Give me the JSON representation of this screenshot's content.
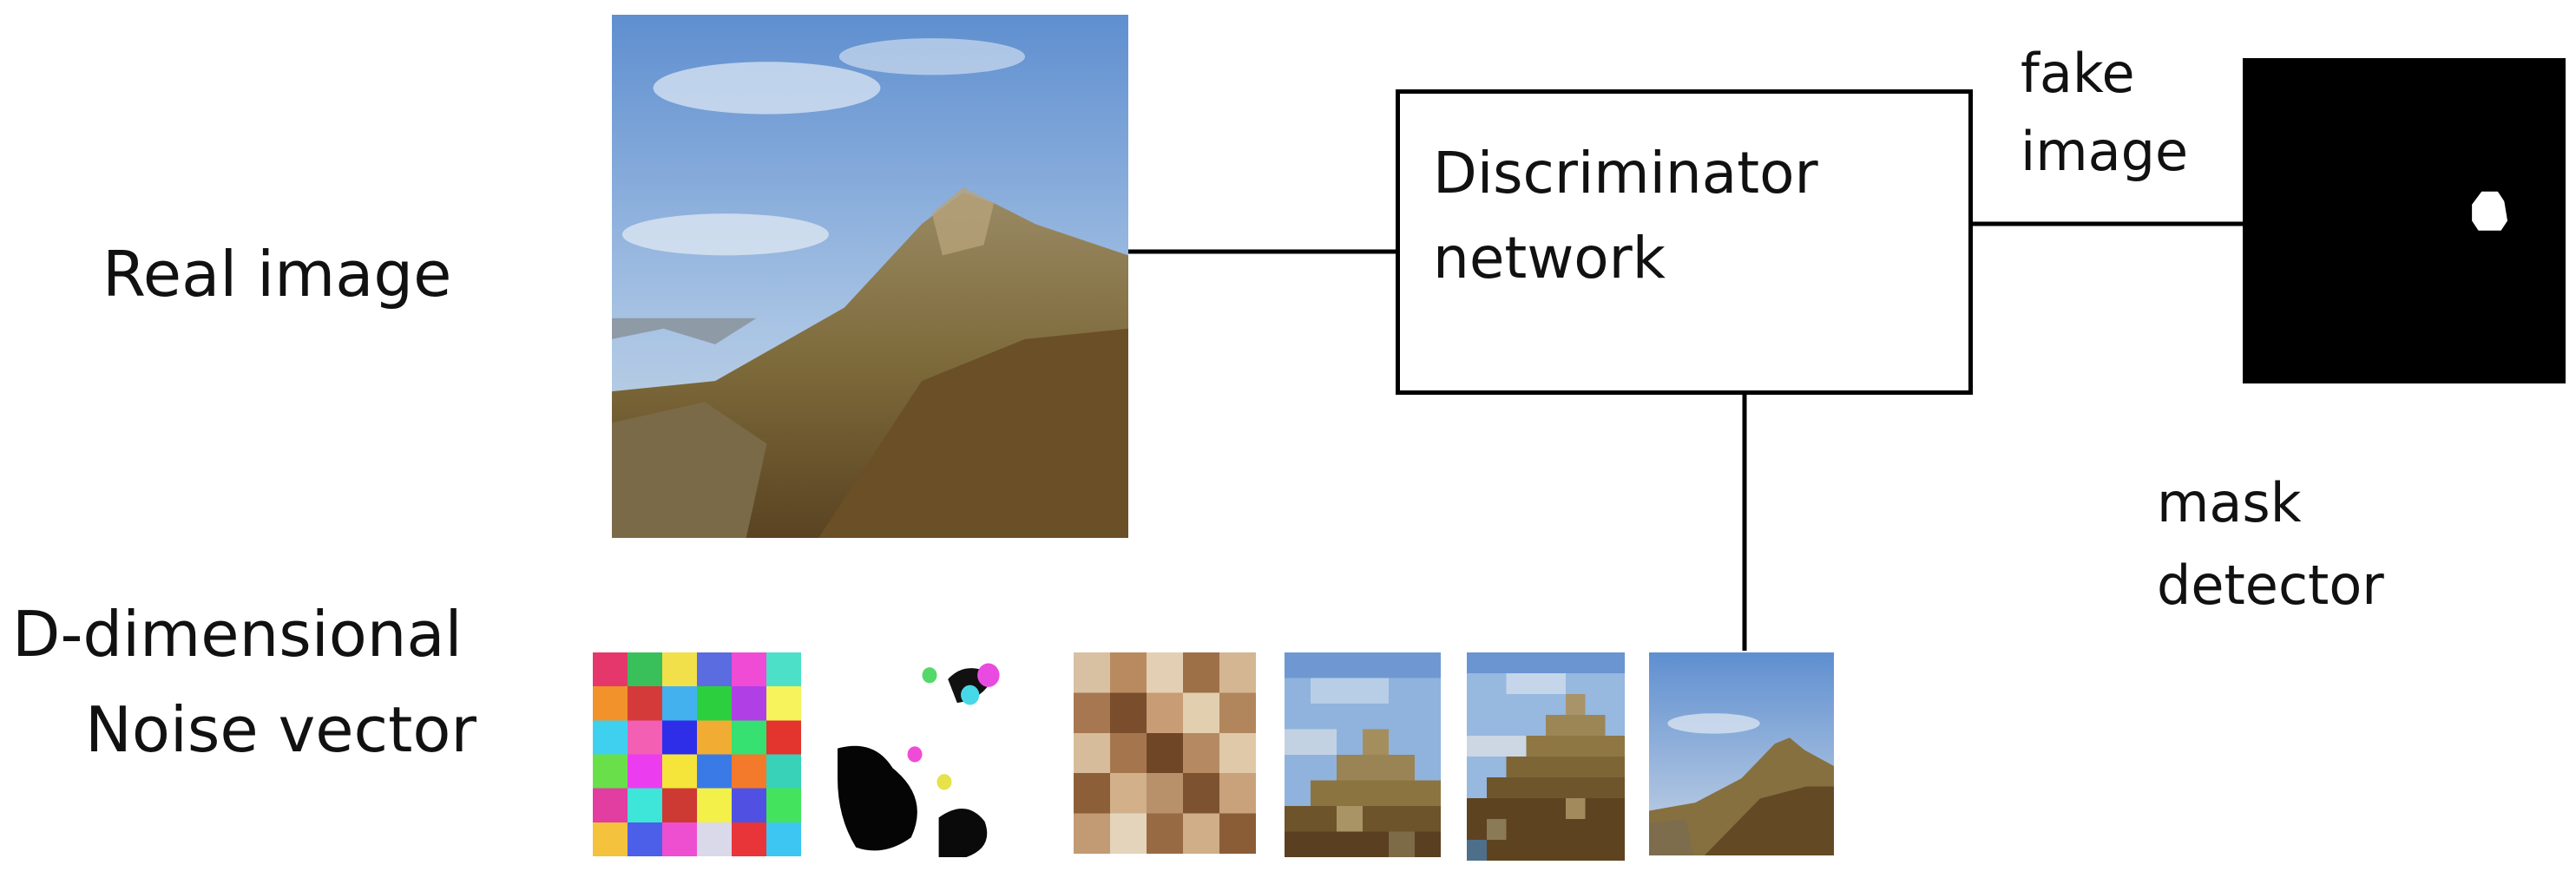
{
  "labels": {
    "real_image": "Real image",
    "noise_line1": "D-dimensional",
    "noise_line2": "Noise vector",
    "discriminator_line1": "Discriminator",
    "discriminator_line2": "network",
    "fake_line1": "fake",
    "fake_line2": "image",
    "mask_line1": "mask",
    "mask_line2": "detector"
  },
  "colors": {
    "sky": "#6f9ad6",
    "mountain": "#8a7446",
    "mask_bg": "#000000",
    "mask_blob": "#ffffff"
  }
}
